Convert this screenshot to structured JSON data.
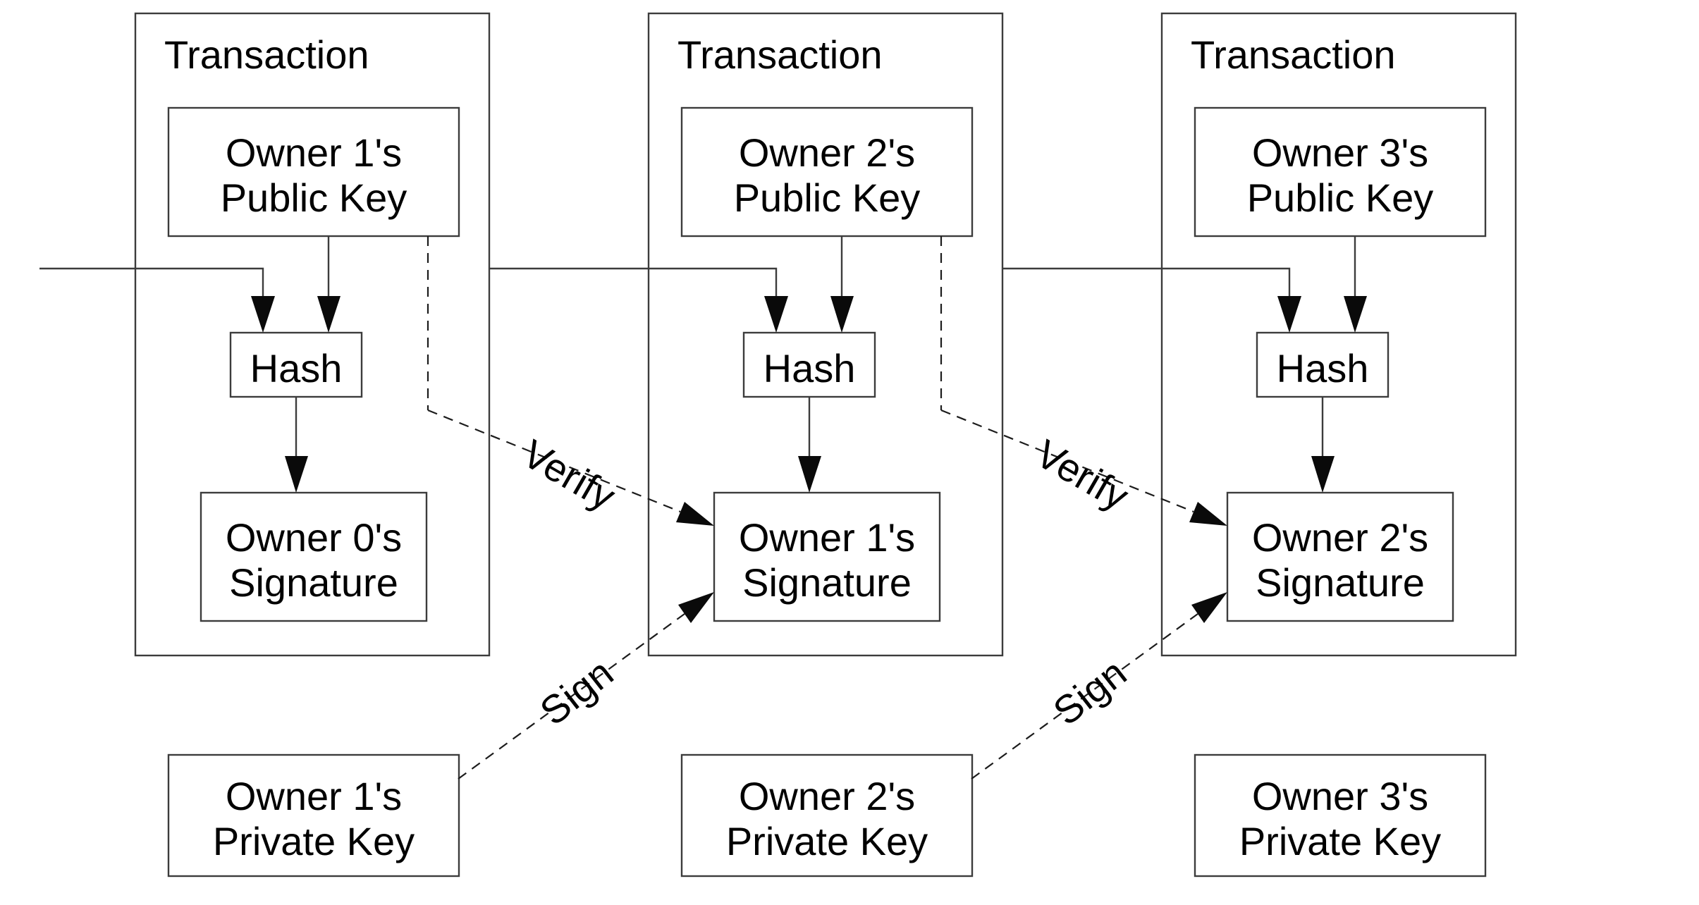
{
  "diagram": {
    "figure": "bitcoin-transaction-chain",
    "background_color": "#ffffff",
    "line_color": "#3c3c3c",
    "arrow_color": "#0a0a0a",
    "text_color": "#000000",
    "edge_labels": {
      "verify": "Verify",
      "sign": "Sign"
    },
    "transactions": [
      {
        "title": "Transaction",
        "public_key": {
          "line1": "Owner 1's",
          "line2": "Public Key"
        },
        "hash": "Hash",
        "signature": {
          "line1": "Owner 0's",
          "line2": "Signature"
        },
        "private_key": {
          "line1": "Owner 1's",
          "line2": "Private Key"
        }
      },
      {
        "title": "Transaction",
        "public_key": {
          "line1": "Owner 2's",
          "line2": "Public Key"
        },
        "hash": "Hash",
        "signature": {
          "line1": "Owner 1's",
          "line2": "Signature"
        },
        "private_key": {
          "line1": "Owner 2's",
          "line2": "Private Key"
        }
      },
      {
        "title": "Transaction",
        "public_key": {
          "line1": "Owner 3's",
          "line2": "Public Key"
        },
        "hash": "Hash",
        "signature": {
          "line1": "Owner 2's",
          "line2": "Signature"
        },
        "private_key": {
          "line1": "Owner 3's",
          "line2": "Private Key"
        }
      }
    ]
  }
}
